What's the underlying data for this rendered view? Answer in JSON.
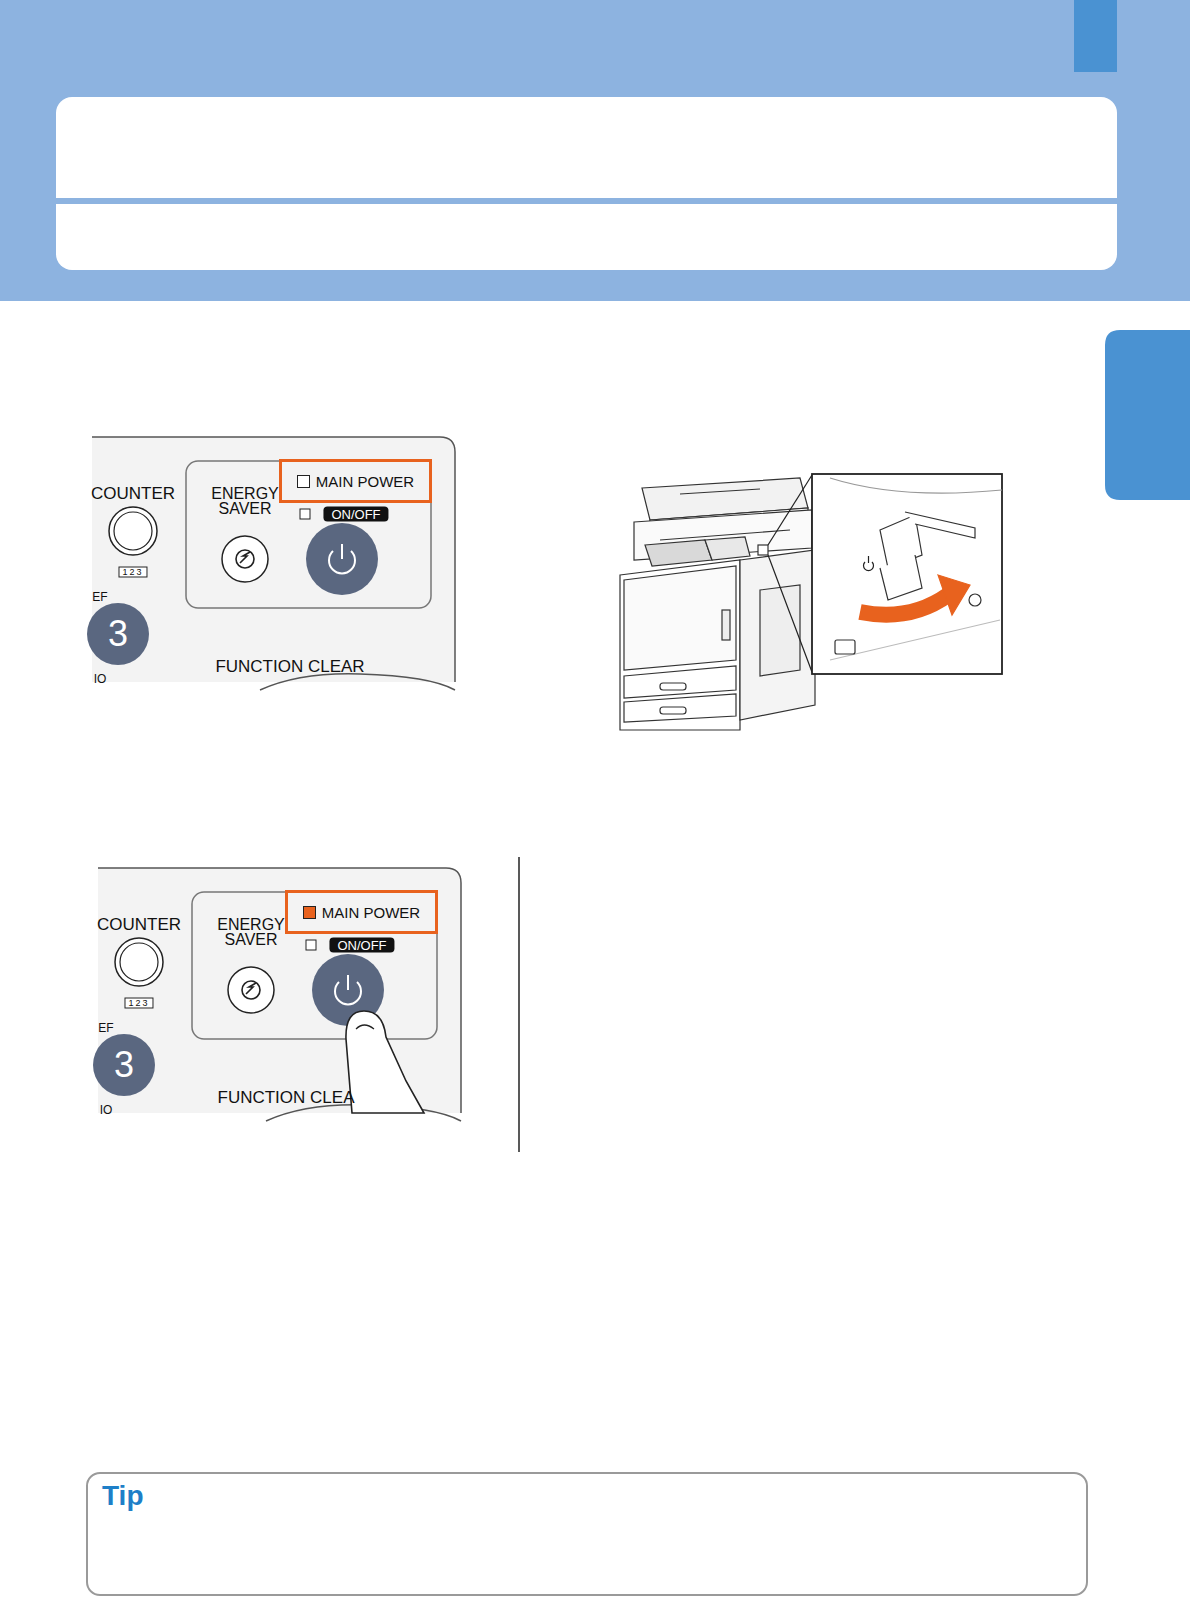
{
  "diagram": {
    "nodes": [
      {
        "text": [
          "MAIN POWER"
        ]
      },
      {
        "text": [
          "MAIN POWER"
        ]
      },
      {
        "text": [
          "Tip"
        ]
      }
    ],
    "labels": [
      "COUNTER",
      "123",
      "ENERGY SAVER",
      "ON/OFF",
      "EF",
      "3",
      "IO",
      "FUNCTION CLEAR",
      "COUNTER",
      "123",
      "ENERGY SAVER",
      "ON/OFF",
      "EF",
      "3",
      "IO",
      "FUNCTION CLEA"
    ]
  }
}
